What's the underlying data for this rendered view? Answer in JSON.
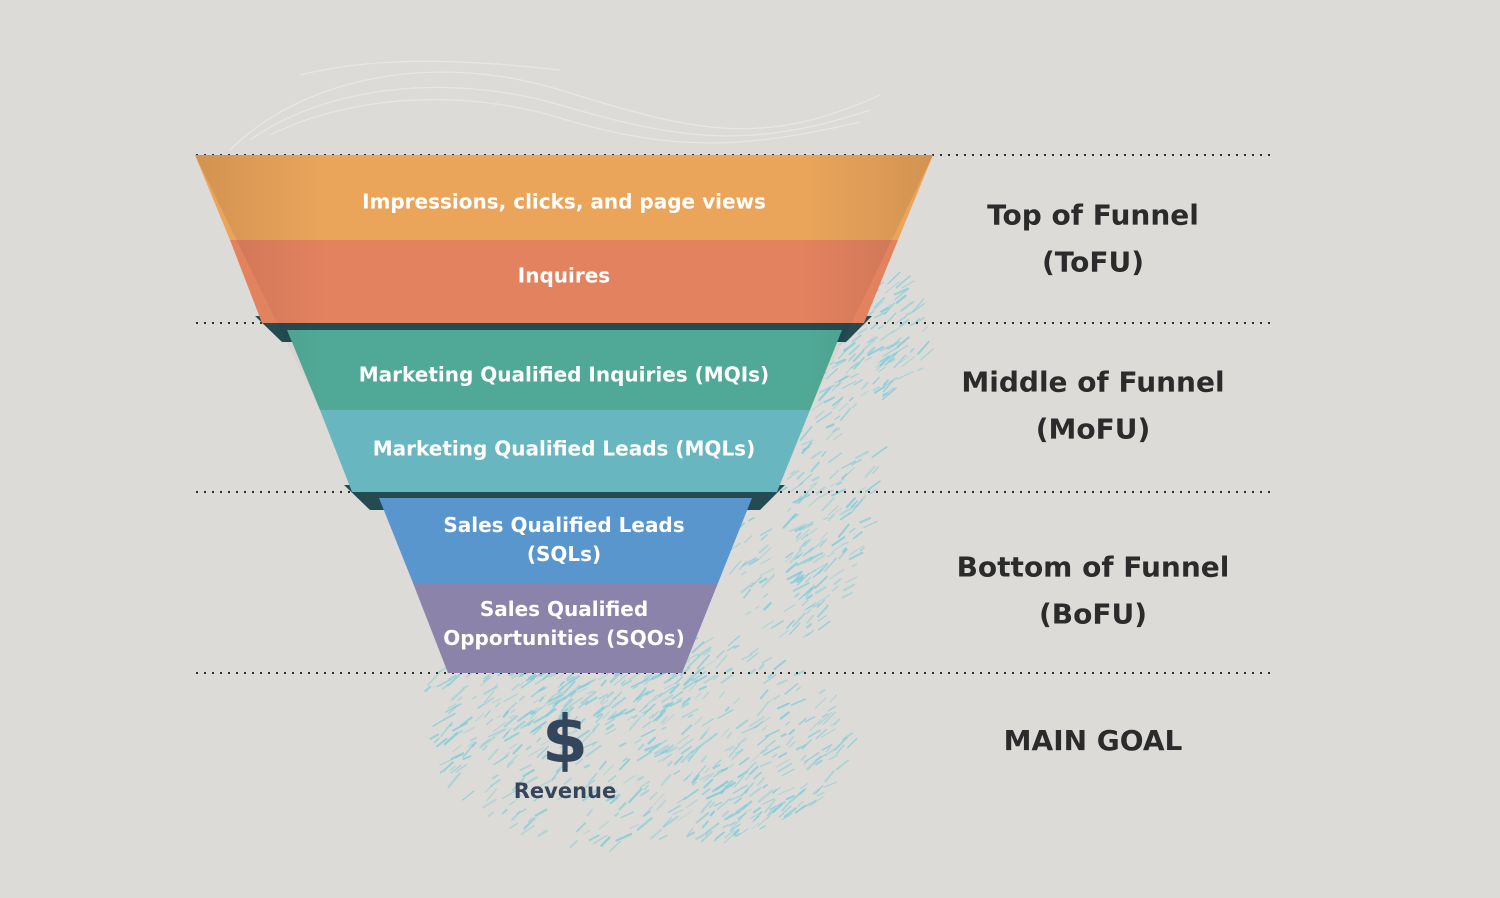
{
  "funnel": {
    "segments": [
      {
        "lines": [
          "Impressions, clicks, and page views"
        ],
        "color": "#eba55b"
      },
      {
        "lines": [
          "Inquires"
        ],
        "color": "#e3825f"
      },
      {
        "lines": [
          "Marketing Qualified Inquiries (MQIs)"
        ],
        "color": "#50a996"
      },
      {
        "lines": [
          "Marketing Qualified Leads (MQLs)"
        ],
        "color": "#68b7c0"
      },
      {
        "lines": [
          "Sales Qualified Leads",
          "(SQLs)"
        ],
        "color": "#5996cd"
      },
      {
        "lines": [
          "Sales Qualified",
          "Opportunities (SQOs)"
        ],
        "color": "#8b83a9"
      }
    ]
  },
  "stages": [
    {
      "lines": [
        "Top of Funnel",
        "(ToFU)"
      ]
    },
    {
      "lines": [
        "Middle of Funnel",
        "(MoFU)"
      ]
    },
    {
      "lines": [
        "Bottom of Funnel",
        "(BoFU)"
      ]
    },
    {
      "lines": [
        "MAIN GOAL"
      ]
    }
  ],
  "goal": {
    "symbol": "$",
    "label": "Revenue",
    "color": "#34465c"
  },
  "colors": {
    "background": "#dcdbd7",
    "splash": "#7fcbd8",
    "divider": "#2f2f2f"
  }
}
